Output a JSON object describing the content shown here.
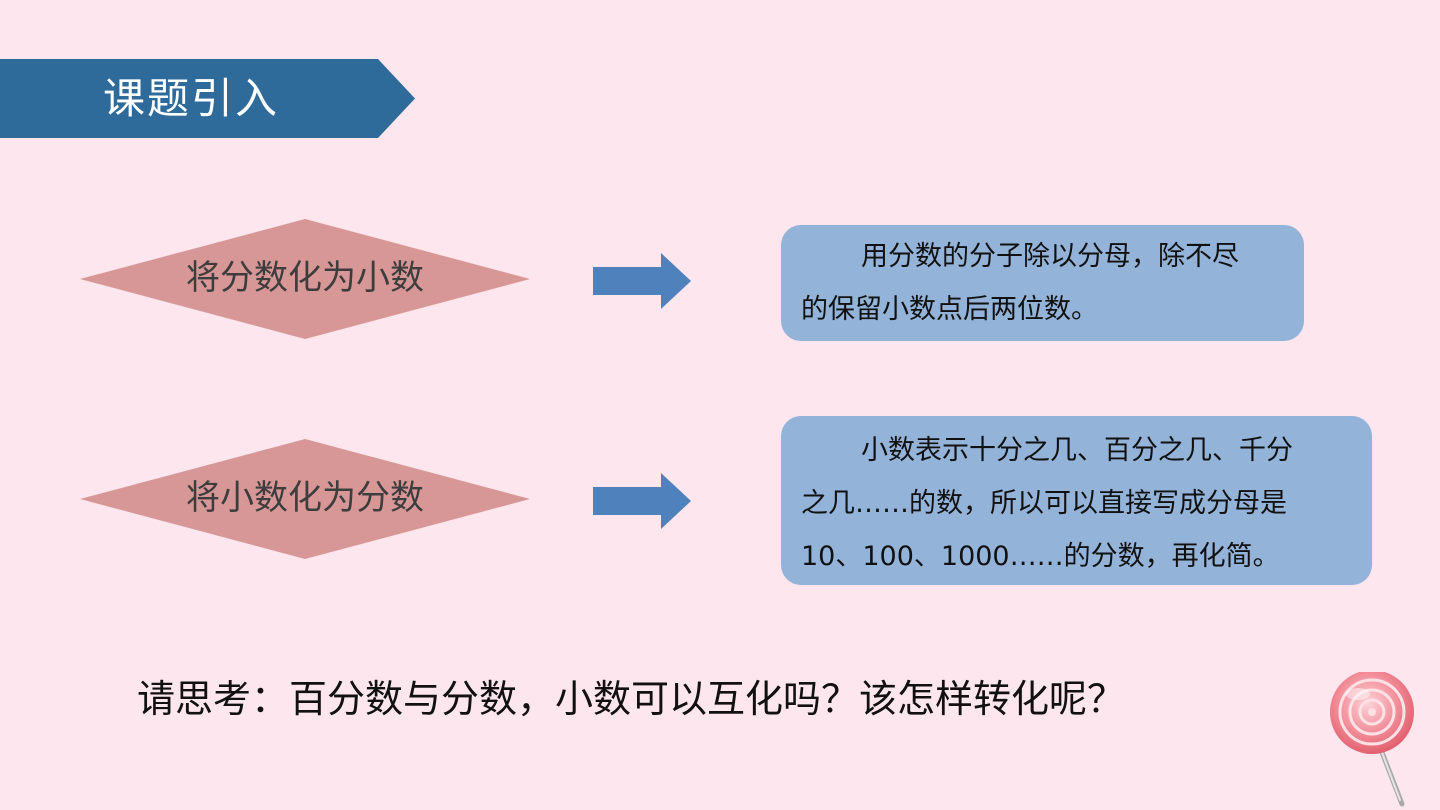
{
  "header": {
    "title": "课题引入"
  },
  "rows": [
    {
      "topic": "将分数化为小数",
      "explanation_lines": [
        "用分数的分子除以分母，除不尽",
        "的保留小数点后两位数。"
      ]
    },
    {
      "topic": "将小数化为分数",
      "explanation_lines": [
        "小数表示十分之几、百分之几、千分",
        "之几……的数，所以可以直接写成分母是",
        "10、100、1000……的分数，再化简。"
      ]
    }
  ],
  "question": "请思考：百分数与分数，小数可以互化吗？该怎样转化呢？",
  "colors": {
    "background": "#fde6ed",
    "banner": "#2e6a9a",
    "diamond": "#d89797",
    "arrow": "#4f81bd",
    "box": "#94b3d9"
  },
  "icons": {
    "arrow": "right-arrow-icon",
    "decoration": "lollipop-icon"
  }
}
